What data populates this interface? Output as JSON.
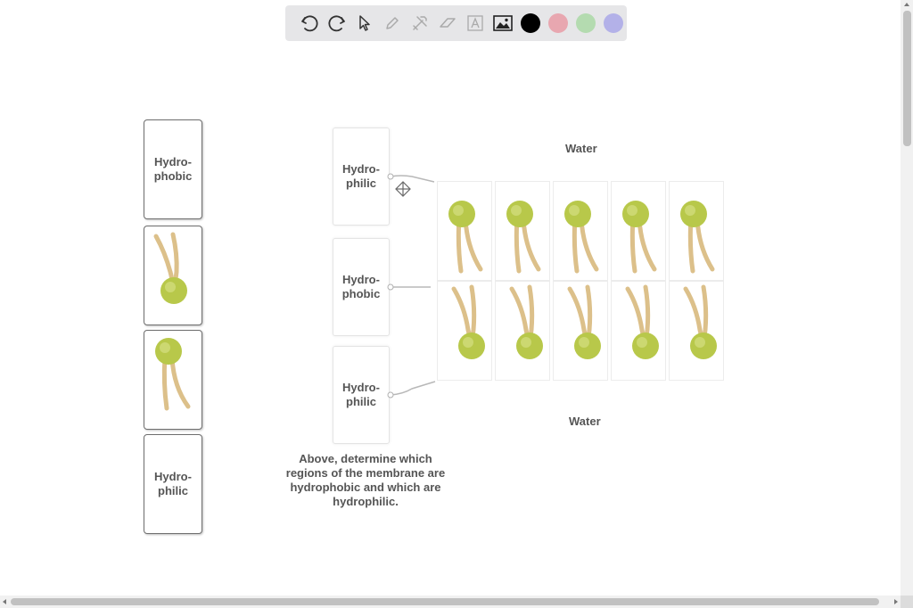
{
  "toolbar": {
    "tools": [
      {
        "name": "undo-icon"
      },
      {
        "name": "redo-icon"
      },
      {
        "name": "pointer-icon"
      },
      {
        "name": "pen-icon"
      },
      {
        "name": "tools-icon"
      },
      {
        "name": "eraser-icon"
      },
      {
        "name": "text-icon"
      },
      {
        "name": "image-icon"
      }
    ],
    "colors": [
      "#000000",
      "#e8a7b0",
      "#b4dbb0",
      "#b3b1e8"
    ]
  },
  "left_panel": {
    "top_label": "Hydro-\nphobic",
    "bottom_label": "Hydro-\nphilic"
  },
  "labels": {
    "upper": "Hydro-\nphilic",
    "middle": "Hydro-\nphobic",
    "lower": "Hydro-\nphilic"
  },
  "water_top": "Water",
  "water_bottom": "Water",
  "caption": "Above, determine which regions of the membrane are hydrophobic and which are hydrophilic.",
  "colors": {
    "head": "#b8c84a",
    "tail": "#dcc08a"
  }
}
